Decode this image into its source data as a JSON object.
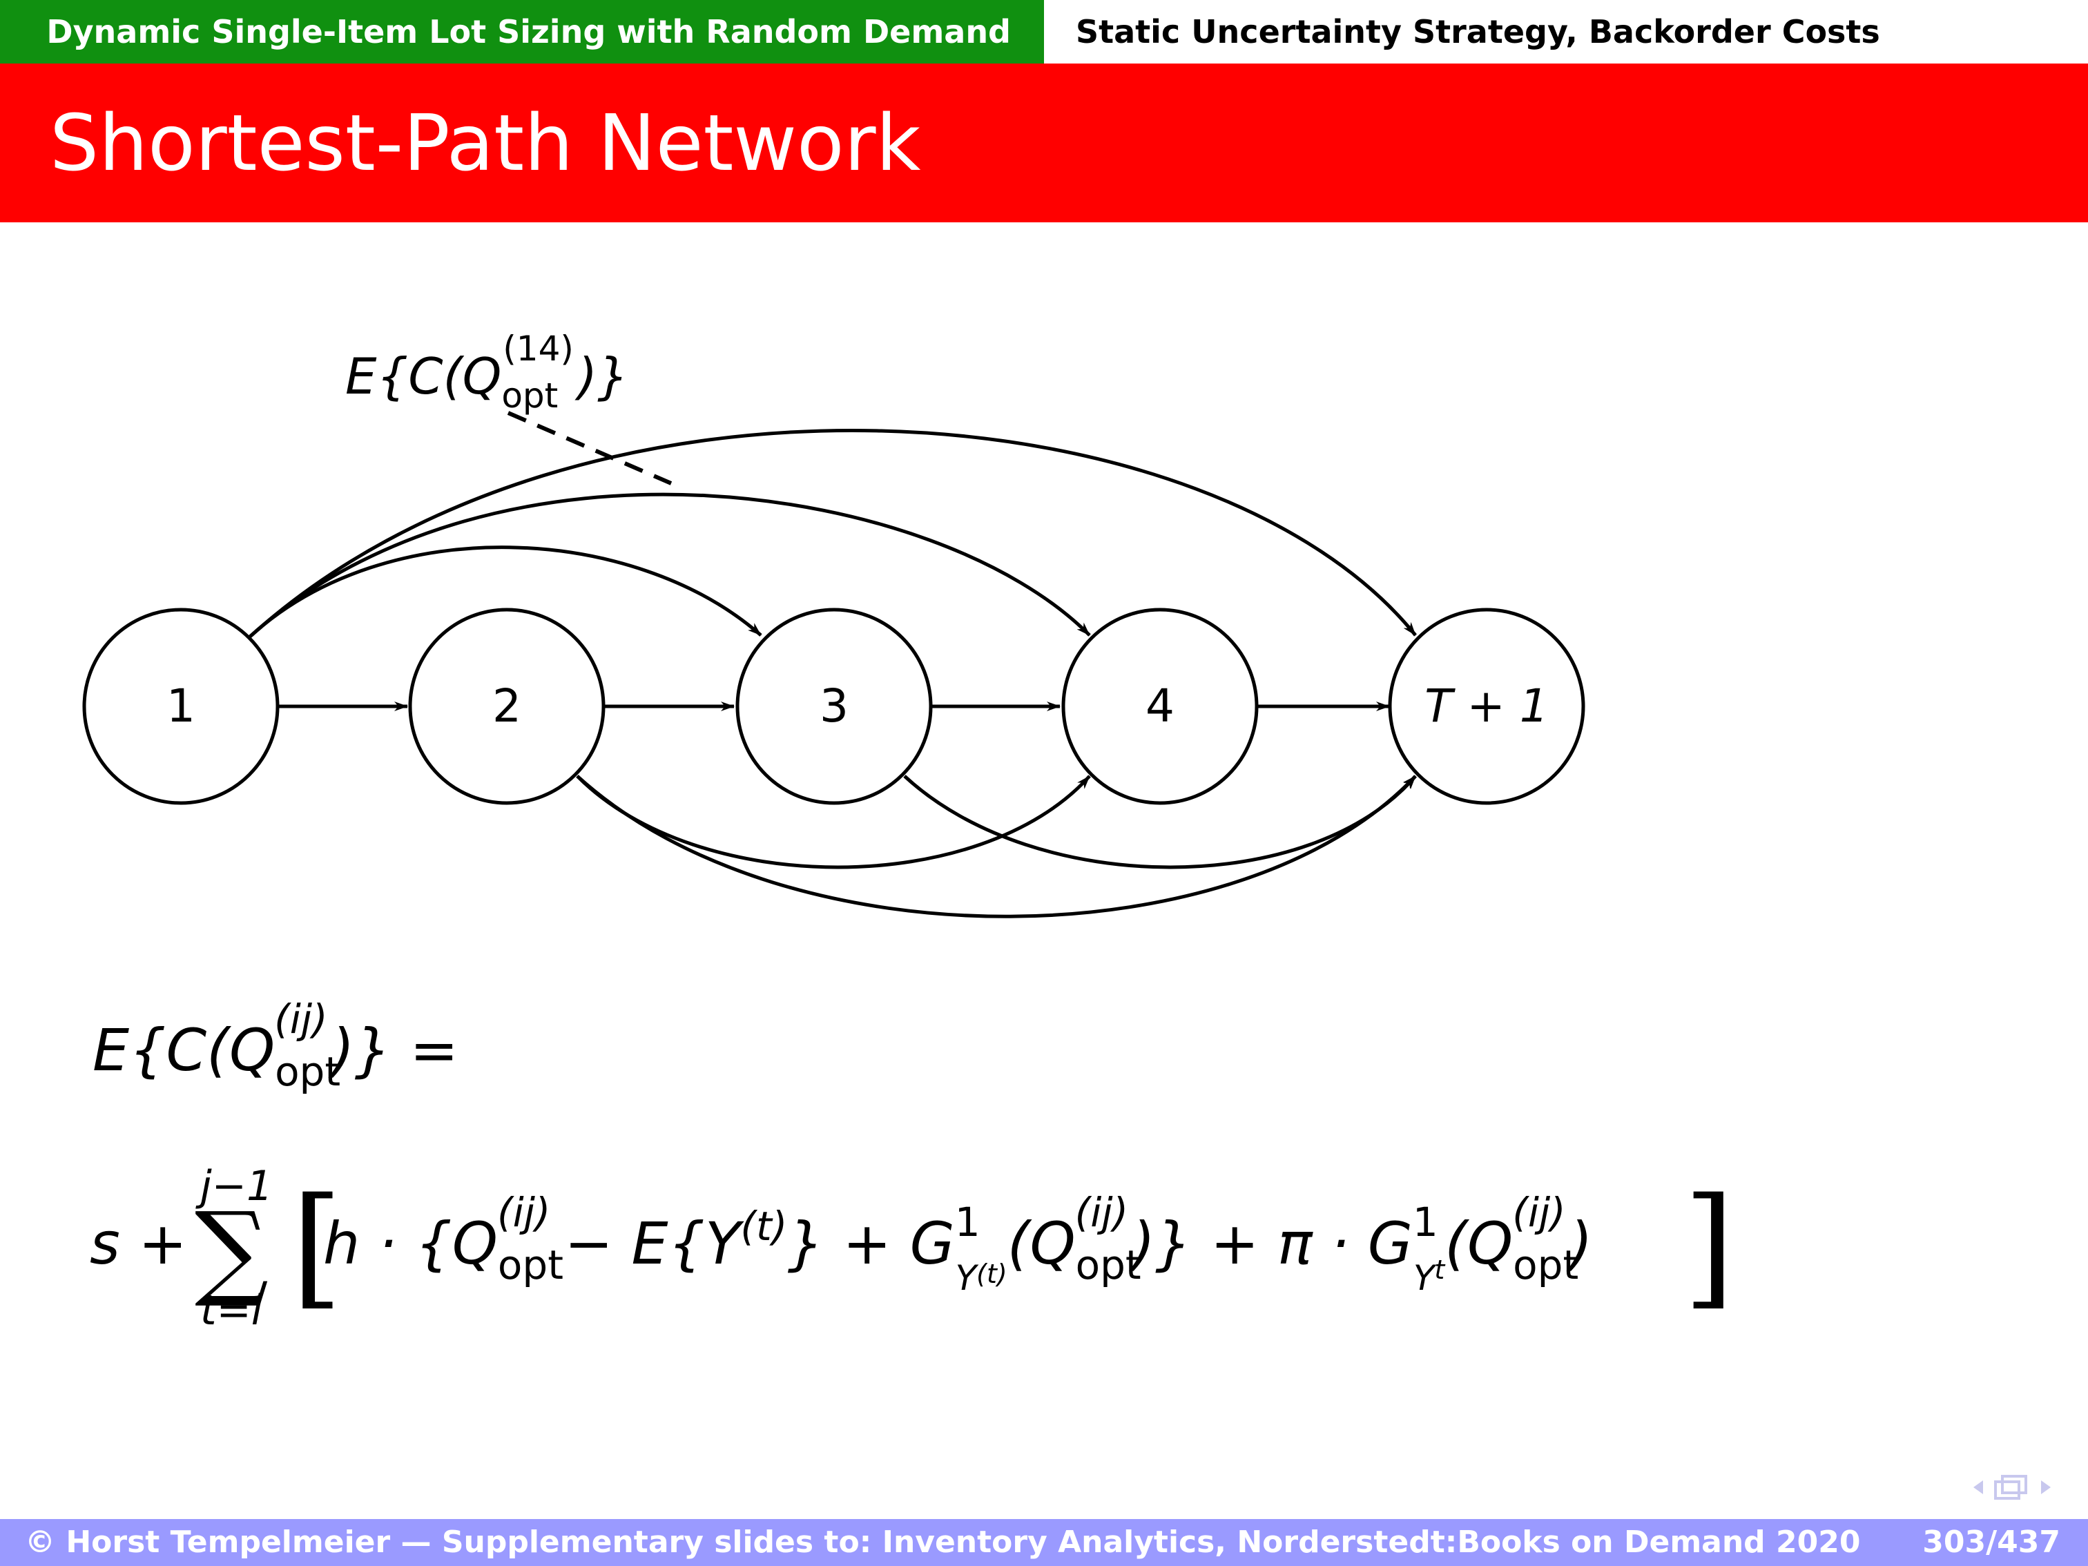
{
  "header": {
    "section": "Dynamic Single-Item Lot Sizing with Random Demand",
    "subsection": "Static Uncertainty Strategy, Backorder Costs"
  },
  "slide": {
    "title": "Shortest-Path Network"
  },
  "diagram": {
    "nodes": [
      {
        "id": "n1",
        "label": "1"
      },
      {
        "id": "n2",
        "label": "2"
      },
      {
        "id": "n3",
        "label": "3"
      },
      {
        "id": "n4",
        "label": "4"
      },
      {
        "id": "nT",
        "label": "T + 1"
      }
    ],
    "edges": [
      {
        "from": "1",
        "to": "2"
      },
      {
        "from": "2",
        "to": "3"
      },
      {
        "from": "3",
        "to": "4"
      },
      {
        "from": "4",
        "to": "T + 1"
      },
      {
        "from": "1",
        "to": "3"
      },
      {
        "from": "1",
        "to": "4"
      },
      {
        "from": "1",
        "to": "T + 1"
      },
      {
        "from": "2",
        "to": "4"
      },
      {
        "from": "2",
        "to": "T + 1"
      },
      {
        "from": "3",
        "to": "T + 1"
      }
    ],
    "annotation": {
      "text": "E{C(Q",
      "sub": "opt",
      "sup": "(14)",
      "close": ")}"
    }
  },
  "formula": {
    "line1_lhs": "E{C(Q",
    "line1_sub": "opt",
    "line1_sup": "(ij)",
    "line1_tail": ")} =",
    "sum_upper": "j−1",
    "sum_lower": "t=i",
    "s": "s +",
    "h_term": "h · {Q",
    "minus_term": "− E{Y",
    "plus_term": "} + G",
    "pi_term": ")} + π · G",
    "sub_opt": "opt",
    "sup_ij": "(ij)",
    "sup_t": "(t)",
    "sup_one": "1",
    "sub_Yt": "Y",
    "sub_t": "(t)",
    "sub_t2": "t",
    "close_paren": "(Q",
    "end": ")"
  },
  "footer": {
    "left": "© Horst Tempelmeier — Supplementary slides to: Inventory Analytics, Norderstedt:Books on Demand 2020",
    "page": "303/437"
  }
}
